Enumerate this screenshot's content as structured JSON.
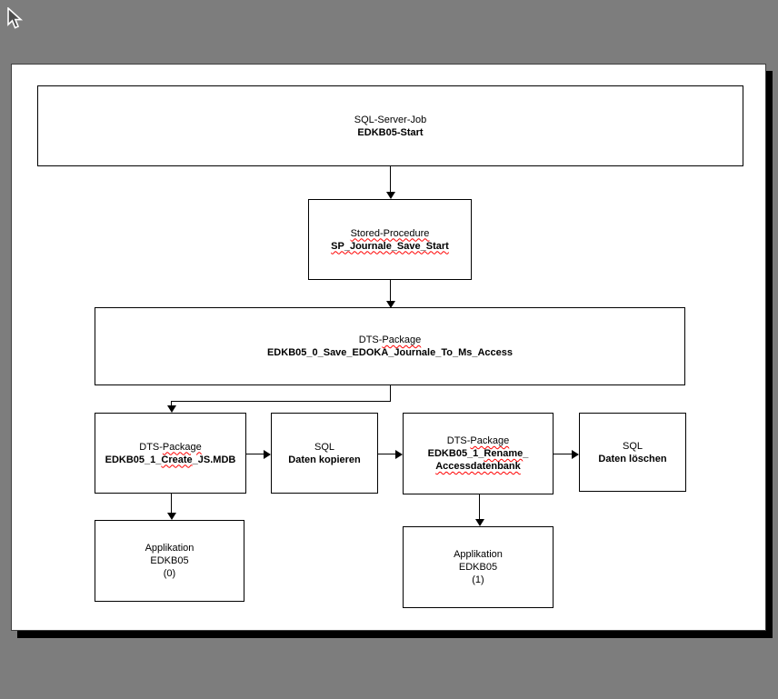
{
  "colors": {
    "desktop_background": "#7d7d7d",
    "page_background": "#ffffff",
    "node_border": "#000000",
    "spellcheck_underline": "#ff0000"
  },
  "cursor": {
    "icon": "arrow-cursor-icon"
  },
  "diagram": {
    "nodes": {
      "sql_server_job": {
        "type": "SQL-Server-Job",
        "name": "EDKB05-Start"
      },
      "stored_procedure": {
        "type": "Stored-Procedure",
        "name": "SP_Journale_Save_Start"
      },
      "dts_save": {
        "type_prefix": "DTS-",
        "type_sq": "Package",
        "name": "EDKB05_0_Save_EDOKA_Journale_To_Ms_Access"
      },
      "dts_create": {
        "type_prefix": "DTS-",
        "type_sq": "Package",
        "name_pre": "EDKB05_1_",
        "name_sq": "Create",
        "name_post": "_JS.MDB"
      },
      "sql_copy": {
        "type": "SQL",
        "name": "Daten kopieren"
      },
      "dts_rename": {
        "type_prefix": "DTS-",
        "type_sq": "Package",
        "name_pre": "EDKB05_1_",
        "name_sq": "Rename",
        "name_post": "_",
        "name2_sq": "Accessdatenbank"
      },
      "sql_delete": {
        "type": "SQL",
        "name": "Daten löschen"
      },
      "app_0": {
        "line1": "Applikation",
        "line2": "EDKB05",
        "line3": "(0)"
      },
      "app_1": {
        "line1": "Applikation",
        "line2": "EDKB05",
        "line3": "(1)"
      }
    },
    "edges": [
      {
        "from": "sql_server_job",
        "to": "stored_procedure"
      },
      {
        "from": "stored_procedure",
        "to": "dts_save"
      },
      {
        "from": "dts_save",
        "to": "dts_create"
      },
      {
        "from": "dts_create",
        "to": "sql_copy"
      },
      {
        "from": "sql_copy",
        "to": "dts_rename"
      },
      {
        "from": "dts_rename",
        "to": "sql_delete"
      },
      {
        "from": "dts_create",
        "to": "app_0"
      },
      {
        "from": "dts_rename",
        "to": "app_1"
      }
    ]
  }
}
